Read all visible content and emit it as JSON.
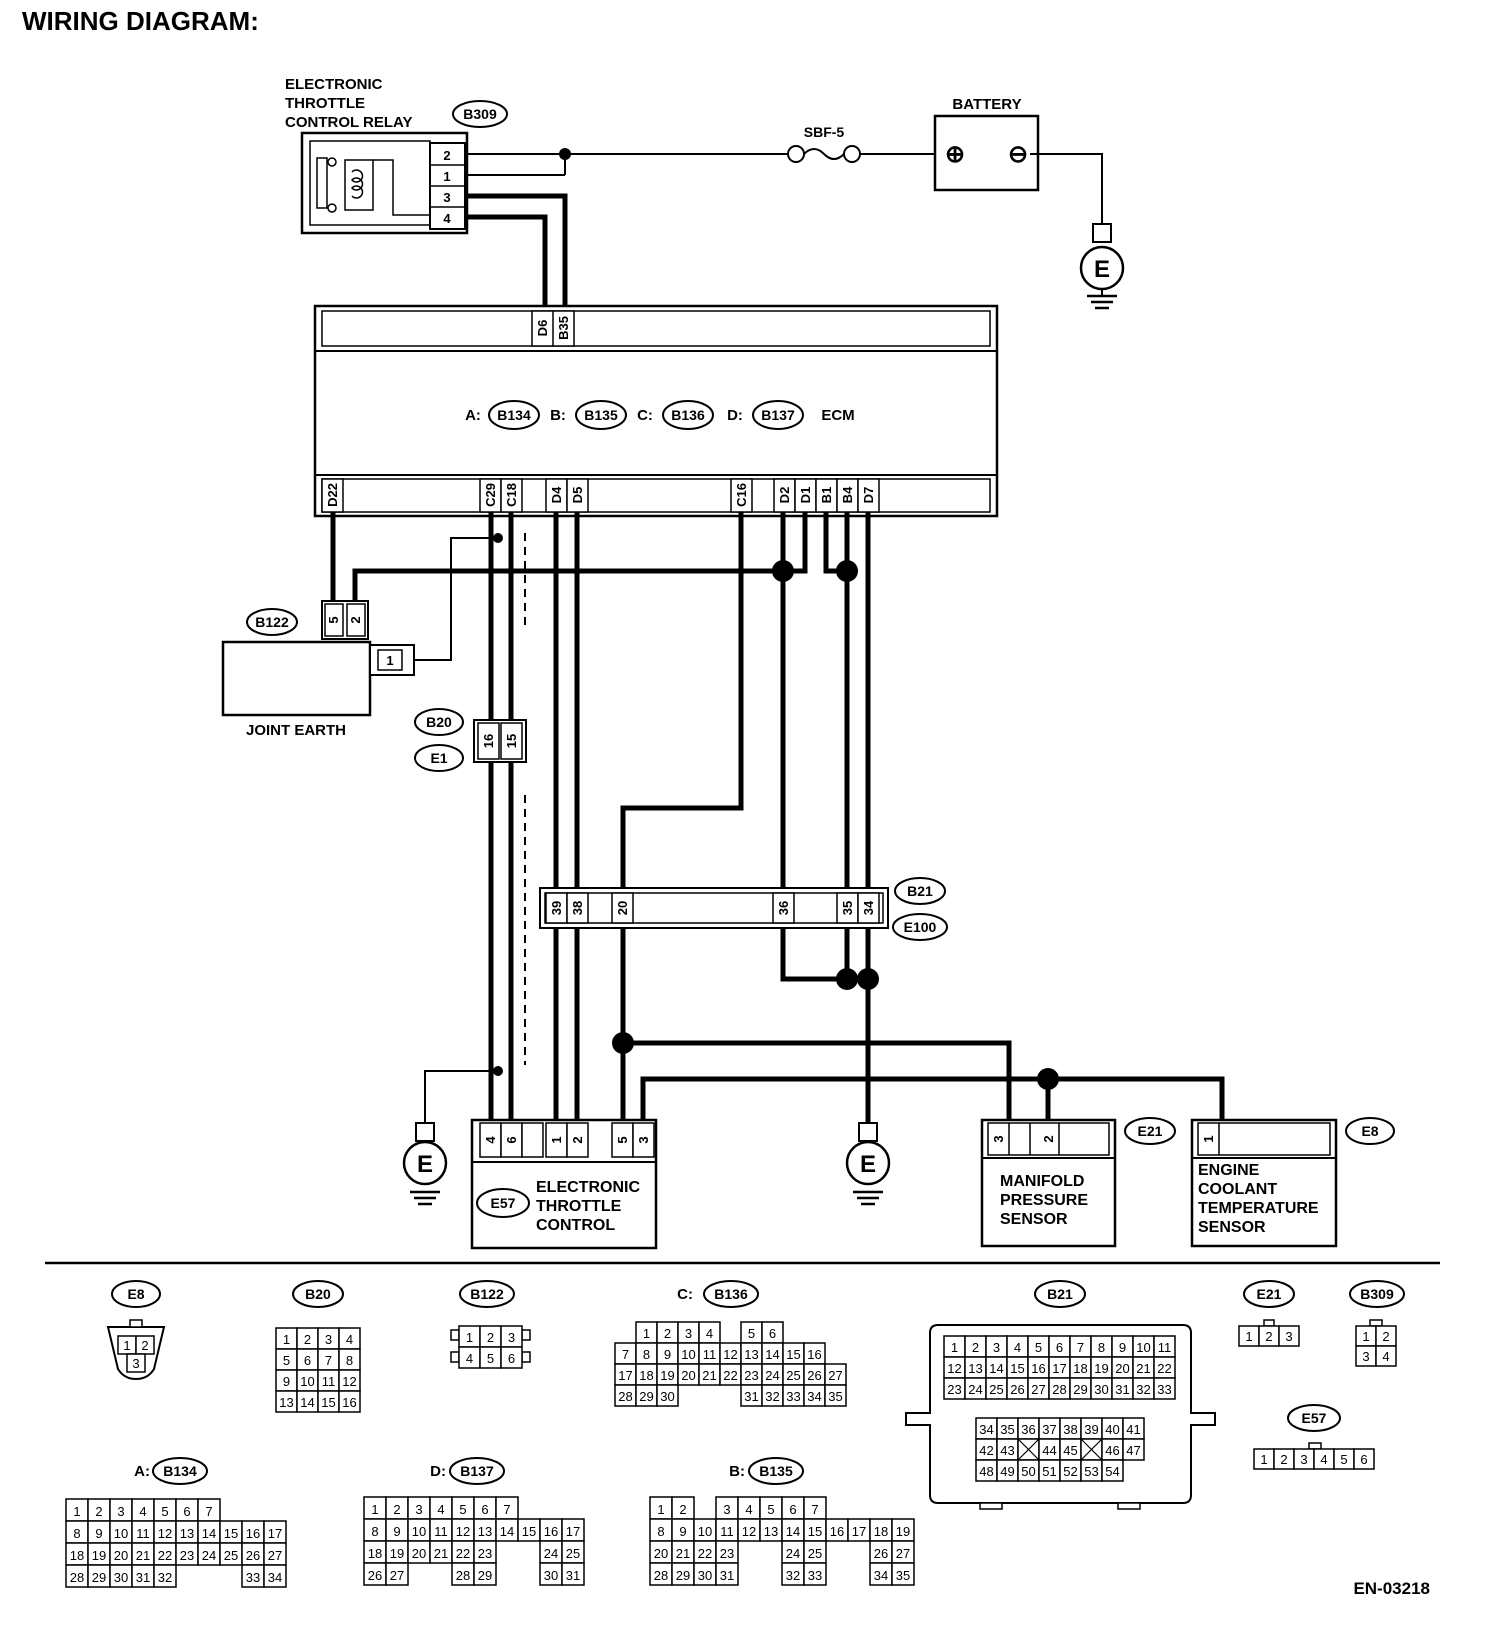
{
  "title": "WIRING DIAGRAM:",
  "doc_code": "EN-03218",
  "labels": {
    "relay": [
      "ELECTRONIC",
      "THROTTLE",
      "CONTROL RELAY"
    ],
    "battery": "BATTERY",
    "fuse": "SBF-5",
    "ecm": "ECM",
    "joint_earth": "JOINT EARTH",
    "etc": [
      "ELECTRONIC",
      "THROTTLE",
      "CONTROL"
    ],
    "mps": [
      "MANIFOLD",
      "PRESSURE",
      "SENSOR"
    ],
    "ects": [
      "ENGINE",
      "COOLANT",
      "TEMPERATURE",
      "SENSOR"
    ],
    "ground": "E",
    "battery_pos": "⊕",
    "battery_neg": "⊖"
  },
  "connector_ids": {
    "b309": "B309",
    "b134": "B134",
    "b135": "B135",
    "b136": "B136",
    "b137": "B137",
    "b122": "B122",
    "b20": "B20",
    "e1": "E1",
    "b21": "B21",
    "e100": "E100",
    "e21": "E21",
    "e8": "E8",
    "e57": "E57"
  },
  "ecm_prefixes": {
    "a": "A:",
    "b": "B:",
    "c": "C:",
    "d": "D:"
  },
  "ecm_top_pins": [
    "D6",
    "B35"
  ],
  "ecm_bottom_pins": [
    "D22",
    "C29",
    "C18",
    "D4",
    "D5",
    "C16",
    "D2",
    "D1",
    "B1",
    "B4",
    "D7"
  ],
  "relay_pins": [
    "2",
    "1",
    "3",
    "4"
  ],
  "b122_pins": [
    "5",
    "2",
    "1"
  ],
  "b20_pins": [
    "16",
    "15"
  ],
  "b21_pins": [
    "39",
    "38",
    "20",
    "36",
    "35",
    "34"
  ],
  "etc_pins": [
    "4",
    "6",
    "",
    "1",
    "2",
    "5",
    "3"
  ],
  "mps_pins": [
    "3",
    "2"
  ],
  "ects_pins": [
    "1"
  ],
  "face_views": {
    "e8": {
      "id": "E8",
      "rows": [
        [
          "1",
          "2"
        ],
        [
          "3"
        ]
      ]
    },
    "b20": {
      "id": "B20",
      "rows": [
        [
          "1",
          "2",
          "3",
          "4"
        ],
        [
          "5",
          "6",
          "7",
          "8"
        ],
        [
          "9",
          "10",
          "11",
          "12"
        ],
        [
          "13",
          "14",
          "15",
          "16"
        ]
      ]
    },
    "b122": {
      "id": "B122",
      "rows": [
        [
          "1",
          "2",
          "3"
        ],
        [
          "4",
          "5",
          "6"
        ]
      ]
    },
    "b136": {
      "prefix": "C:",
      "id": "B136",
      "rows": [
        [
          "1",
          "2",
          "3",
          "4",
          "",
          "5",
          "6"
        ],
        [
          "7",
          "8",
          "9",
          "10",
          "11",
          "12",
          "13",
          "14",
          "15",
          "16"
        ],
        [
          "17",
          "18",
          "19",
          "20",
          "21",
          "22",
          "23",
          "24",
          "25",
          "26",
          "27"
        ],
        [
          "28",
          "29",
          "30",
          "",
          "",
          "",
          "31",
          "32",
          "33",
          "34",
          "35"
        ]
      ]
    },
    "b21": {
      "id": "B21",
      "rows": [
        [
          "1",
          "2",
          "3",
          "4",
          "5",
          "6",
          "7",
          "8",
          "9",
          "10",
          "11"
        ],
        [
          "12",
          "13",
          "14",
          "15",
          "16",
          "17",
          "18",
          "19",
          "20",
          "21",
          "22"
        ],
        [
          "23",
          "24",
          "25",
          "26",
          "27",
          "28",
          "29",
          "30",
          "31",
          "32",
          "33"
        ],
        [
          "34",
          "35",
          "36",
          "37",
          "38",
          "39",
          "40",
          "41"
        ],
        [
          "42",
          "43",
          "",
          "44",
          "45",
          "",
          "46",
          "47"
        ],
        [
          "48",
          "49",
          "50",
          "51",
          "52",
          "53",
          "54"
        ]
      ]
    },
    "e21": {
      "id": "E21",
      "rows": [
        [
          "1",
          "2",
          "3"
        ]
      ]
    },
    "b309": {
      "id": "B309",
      "rows": [
        [
          "1",
          "2"
        ],
        [
          "3",
          "4"
        ]
      ]
    },
    "e57": {
      "id": "E57",
      "rows": [
        [
          "1",
          "2",
          "3",
          "4",
          "5",
          "6"
        ]
      ]
    },
    "b134": {
      "prefix": "A:",
      "id": "B134",
      "rows": [
        [
          "1",
          "2",
          "3",
          "4",
          "5",
          "6",
          "7"
        ],
        [
          "8",
          "9",
          "10",
          "11",
          "12",
          "13",
          "14",
          "15",
          "16",
          "17"
        ],
        [
          "18",
          "19",
          "20",
          "21",
          "22",
          "23",
          "24",
          "25",
          "26",
          "27"
        ],
        [
          "28",
          "29",
          "30",
          "31",
          "32",
          "",
          "",
          "",
          "33",
          "34"
        ]
      ]
    },
    "b137": {
      "prefix": "D:",
      "id": "B137",
      "rows": [
        [
          "1",
          "2",
          "3",
          "4",
          "5",
          "6",
          "7"
        ],
        [
          "8",
          "9",
          "10",
          "11",
          "12",
          "13",
          "14",
          "15",
          "16",
          "17"
        ],
        [
          "18",
          "19",
          "20",
          "21",
          "22",
          "23",
          "",
          "",
          "24",
          "25"
        ],
        [
          "26",
          "27",
          "",
          "",
          "28",
          "29",
          "",
          "",
          "30",
          "31"
        ]
      ]
    },
    "b135": {
      "prefix": "B:",
      "id": "B135",
      "rows": [
        [
          "1",
          "2",
          "",
          "3",
          "4",
          "5",
          "6",
          "7"
        ],
        [
          "8",
          "9",
          "10",
          "11",
          "12",
          "13",
          "14",
          "15",
          "16",
          "17",
          "18",
          "19"
        ],
        [
          "20",
          "21",
          "22",
          "23",
          "",
          "",
          "24",
          "25",
          "",
          "",
          "26",
          "27"
        ],
        [
          "28",
          "29",
          "30",
          "31",
          "",
          "",
          "32",
          "33",
          "",
          "",
          "34",
          "35"
        ]
      ]
    }
  }
}
